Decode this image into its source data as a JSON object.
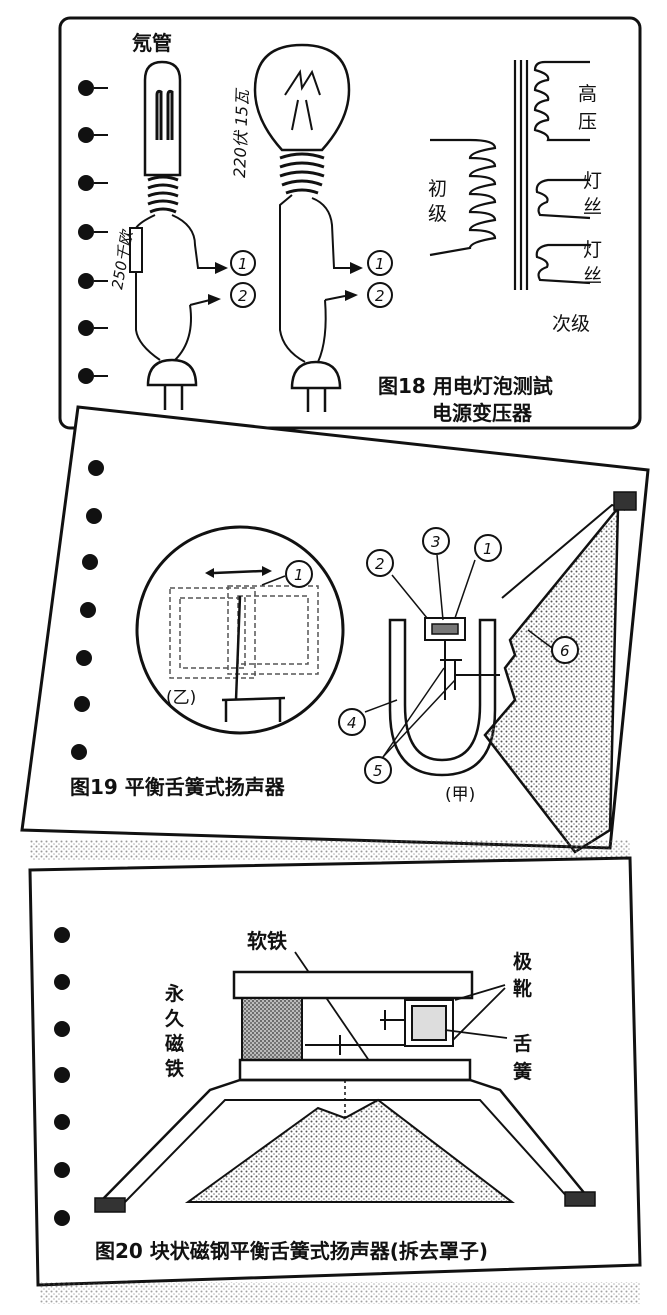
{
  "fig18": {
    "caption_line1": "图18 用电灯泡测試",
    "caption_line2": "电源变压器",
    "neon_label": "氖管",
    "resistor_label": "250千欧",
    "bulb_label": "220伏 15瓦",
    "primary_chars": [
      "初",
      "级"
    ],
    "high_voltage_chars": [
      "高",
      "压"
    ],
    "filament1_chars": [
      "灯",
      "丝"
    ],
    "filament2_chars": [
      "灯",
      "丝"
    ],
    "secondary_label": "次级",
    "terminal_1": "1",
    "terminal_2": "2"
  },
  "fig19": {
    "caption": "图19 平衡舌簧式扬声器",
    "label_jia": "(甲)",
    "label_yi": "(乙)",
    "callouts": [
      "1",
      "2",
      "3",
      "4",
      "5",
      "6"
    ]
  },
  "fig20": {
    "caption": "图20 块状磁钢平衡舌簧式扬声器(拆去罩子)",
    "soft_iron": "软铁",
    "magnet_chars": [
      "永",
      "久",
      "磁",
      "铁"
    ],
    "pole_shoe_chars": [
      "极",
      "靴"
    ],
    "reed_chars": [
      "舌",
      "簧"
    ]
  },
  "colors": {
    "ink": "#111111",
    "paper": "#ffffff",
    "stipple": "#555555"
  }
}
